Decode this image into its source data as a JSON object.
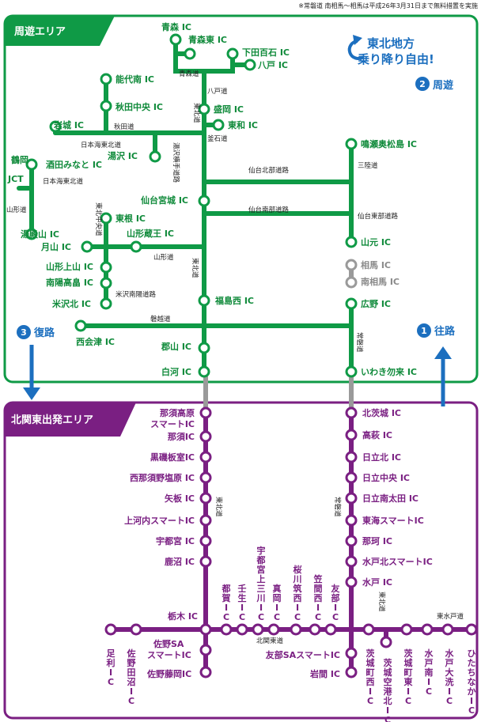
{
  "note": "※常磐道 南相馬～相馬は平成26年3月31日まで無料措置を実施",
  "areas": {
    "north": "周遊エリア",
    "south": "北関東出発エリア"
  },
  "slogan": [
    "東北地方",
    "乗り降り自由!"
  ],
  "routes": {
    "loop_num": "2",
    "loop": "周遊",
    "return_num": "3",
    "return": "復路",
    "outbound_num": "1",
    "outbound": "往路"
  },
  "colors": {
    "north": "#0f9a46",
    "south": "#7a1f82",
    "accent": "#1c6fbf",
    "free": "#9a9a9a"
  },
  "north_ics": [
    {
      "id": "aomori",
      "label": "青森 IC"
    },
    {
      "id": "aomori-higashi",
      "label": "青森東 IC"
    },
    {
      "id": "shimoda-momoishi",
      "label": "下田百石 IC"
    },
    {
      "id": "hachinohe",
      "label": "八戸 IC"
    },
    {
      "id": "noshiro-minami",
      "label": "能代南 IC"
    },
    {
      "id": "akita-chuo",
      "label": "秋田中央 IC"
    },
    {
      "id": "morioka",
      "label": "盛岡 IC"
    },
    {
      "id": "towa",
      "label": "東和 IC"
    },
    {
      "id": "iwaki-akita",
      "label": "岩城 IC"
    },
    {
      "id": "yuzawa",
      "label": "湯沢 IC"
    },
    {
      "id": "tsuruoka",
      "label": "鶴岡"
    },
    {
      "id": "jct",
      "label": "JCT"
    },
    {
      "id": "sakata-minato",
      "label": "酒田みなと IC"
    },
    {
      "id": "yudonosan",
      "label": "湯殿山 IC"
    },
    {
      "id": "naruse-okumatsushima",
      "label": "鳴瀬奥松島 IC"
    },
    {
      "id": "sendai-miyagi",
      "label": "仙台宮城 IC"
    },
    {
      "id": "higashine",
      "label": "東根 IC"
    },
    {
      "id": "yamagata-zao",
      "label": "山形蔵王 IC"
    },
    {
      "id": "gassan",
      "label": "月山 IC"
    },
    {
      "id": "yamagata-kaminoyama",
      "label": "山形上山 IC"
    },
    {
      "id": "nanyo-takahata",
      "label": "南陽高畠 IC"
    },
    {
      "id": "yonezawa-kita",
      "label": "米沢北 IC"
    },
    {
      "id": "yamamoto",
      "label": "山元 IC"
    },
    {
      "id": "fukushima-nishi",
      "label": "福島西 IC"
    },
    {
      "id": "hirono",
      "label": "広野 IC"
    },
    {
      "id": "nishi-aizu",
      "label": "西会津 IC"
    },
    {
      "id": "koriyama",
      "label": "郡山 IC"
    },
    {
      "id": "shirakawa",
      "label": "白河 IC"
    },
    {
      "id": "iwaki-nakoso",
      "label": "いわき勿来 IC"
    }
  ],
  "free_ics": [
    {
      "id": "soma",
      "label": "相馬 IC"
    },
    {
      "id": "minami-soma",
      "label": "南相馬 IC"
    }
  ],
  "south_ics": {
    "tohoku_line": [
      "那須高原",
      "スマートIC",
      "那須IC",
      "黒磯板室IC",
      "西那須野塩原 IC",
      "矢板 IC",
      "上河内スマートIC",
      "宇都宮 IC",
      "鹿沼 IC"
    ],
    "joban_line": [
      "北茨城 IC",
      "高萩 IC",
      "日立北 IC",
      "日立中央 IC",
      "日立南太田 IC",
      "東海スマートIC",
      "那珂 IC",
      "水戸北スマートIC",
      "水戸 IC"
    ],
    "tochigi": "栃木 IC",
    "sano_sa": [
      "佐野SA",
      "スマートIC"
    ],
    "sano_fujioka": "佐野藤岡IC",
    "tomobe_sa": "友部SAスマートIC",
    "iwama": "岩間 IC",
    "vertical": [
      "足利IC",
      "佐野田沼IC",
      "都賀IC",
      "壬生IC",
      "宇都宮上三川IC",
      "真岡IC",
      "桜川筑西IC",
      "笠間西IC",
      "友部IC",
      "茨城町西IC",
      "茨城空港北IC",
      "茨城町東IC",
      "水戸南IC",
      "水戸大洗IC",
      "ひたちなかIC"
    ]
  },
  "roads": {
    "aomori": "青森道",
    "hachinohe": "八戸道",
    "tohoku": "東北道",
    "akita": "秋田道",
    "kamaishi": "釜石道",
    "nihonkai": "日本海東北道",
    "nihonkai2": "日本海東北道",
    "yuzawa_yokote": "湯沢横手道路",
    "sendai_hokubu": "仙台北部道路",
    "sanriku": "三陸道",
    "yamagata_road": "山形道",
    "tohoku_chuo": "東北中央道",
    "sendai_nanbu": "仙台南部道路",
    "sendai_tobu": "仙台東部道路",
    "tohoku2": "東北道",
    "yonezawa_nanyo": "米沢南陽道路",
    "banetsu": "磐越道",
    "joban": "常磐道",
    "tohoku3": "東北道",
    "joban2": "常磐道",
    "kitakanto": "北関東道",
    "higashi_mito": "東水戸道",
    "tohoku4": "東北道"
  }
}
